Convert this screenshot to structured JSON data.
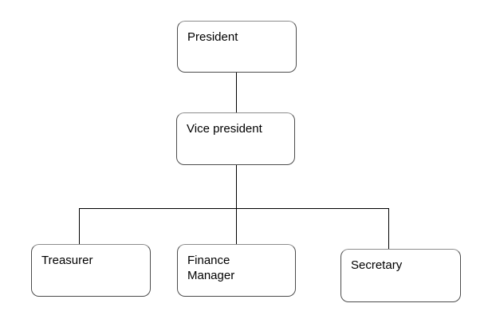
{
  "diagram": {
    "type": "org-chart",
    "background_color": "#ffffff",
    "node_fill_color": "#ffffff",
    "node_border_color": "#4c4c4c",
    "connector_color": "#000000",
    "text_color": "#000000",
    "nodes": {
      "president": {
        "label": "President"
      },
      "vice_president": {
        "label": "Vice president"
      },
      "treasurer": {
        "label": "Treasurer"
      },
      "finance_manager": {
        "label": "Finance Manager"
      },
      "secretary": {
        "label": "Secretary"
      }
    },
    "edges": [
      {
        "from": "President",
        "to": "Vice president"
      },
      {
        "from": "Vice president",
        "to": "Treasurer"
      },
      {
        "from": "Vice president",
        "to": "Finance Manager"
      },
      {
        "from": "Vice president",
        "to": "Secretary"
      }
    ]
  }
}
